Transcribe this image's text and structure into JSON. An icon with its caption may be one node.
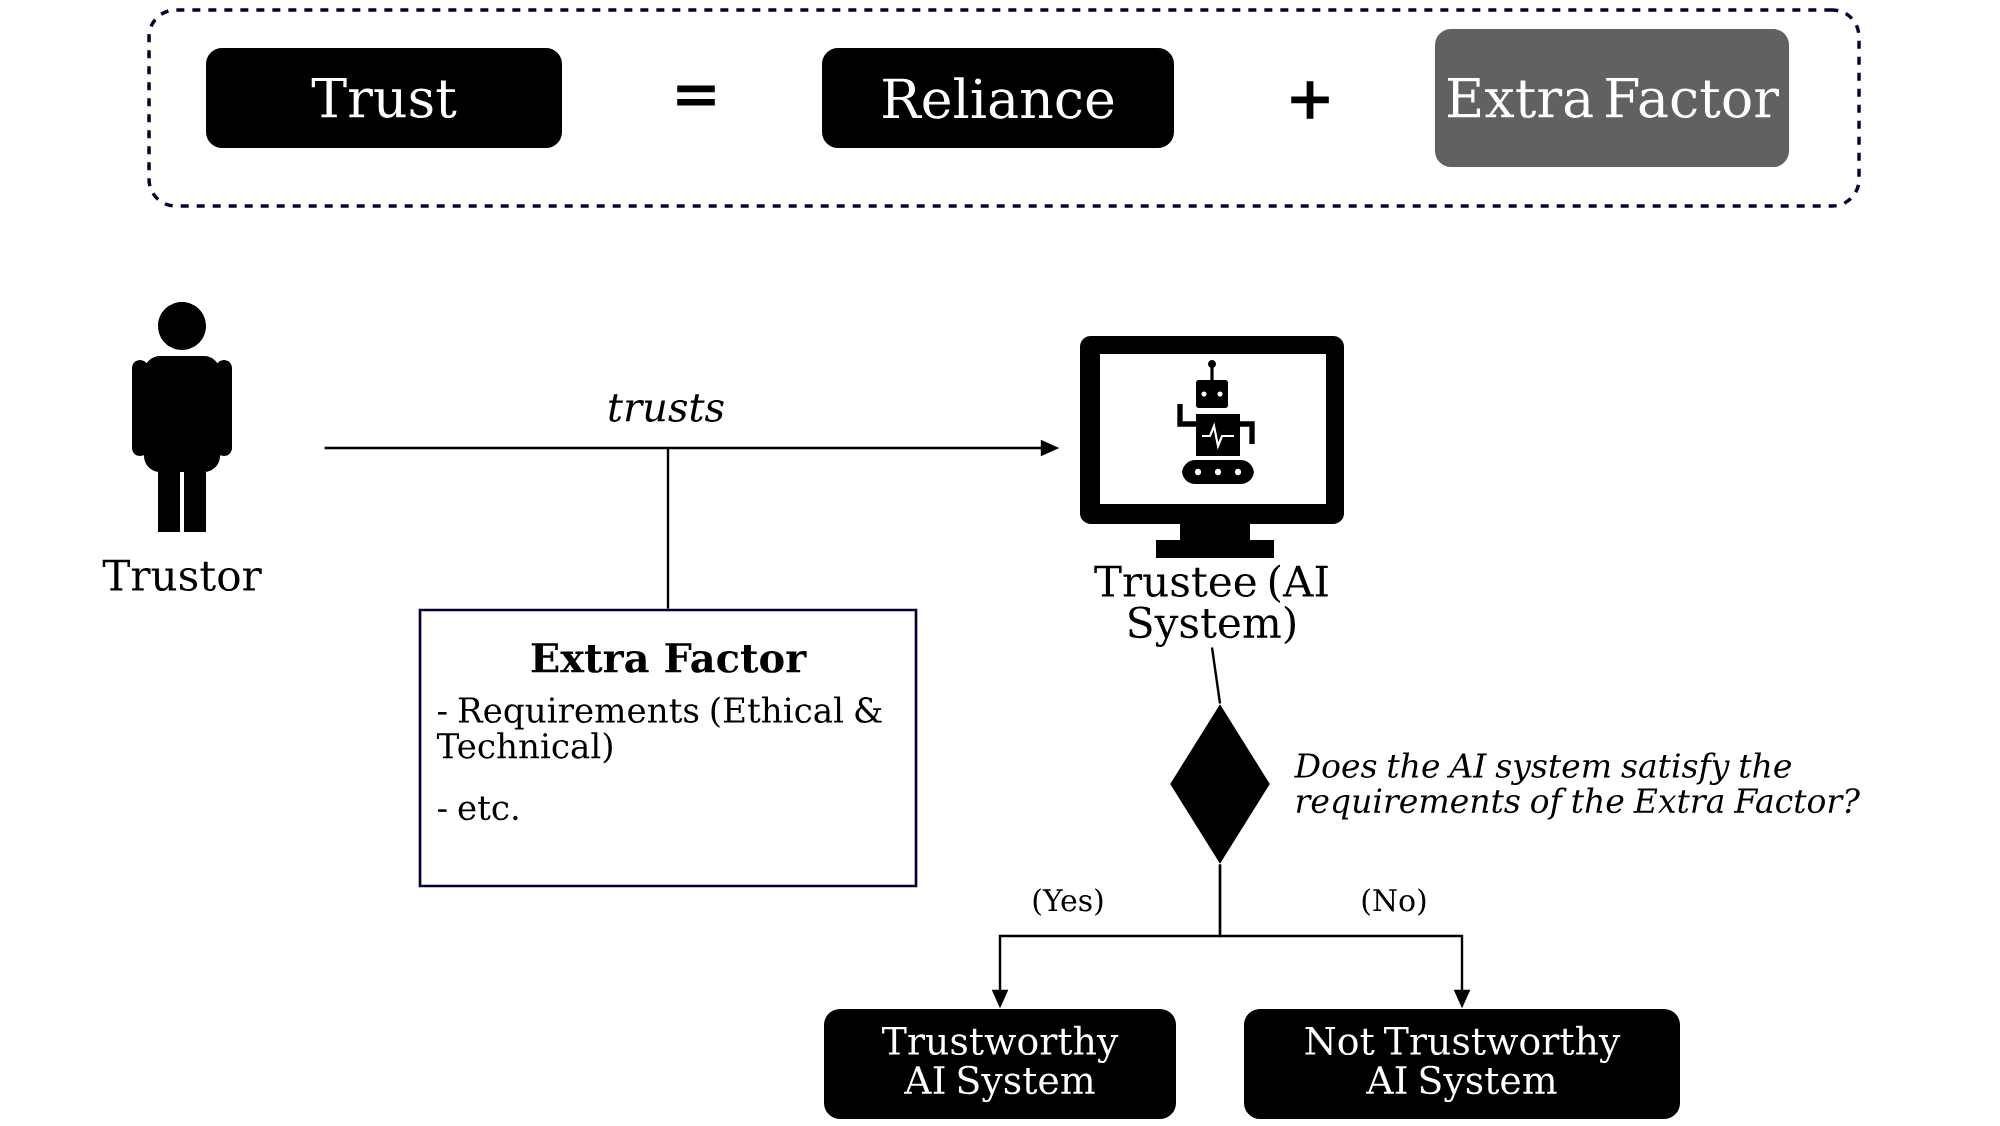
{
  "diagram": {
    "nodes": [
      {
        "text": [],
        "shape": "box"
      },
      {
        "text": [
          "Trust"
        ],
        "in": 0
      },
      {
        "text": [
          "Reliance"
        ],
        "in": 0
      },
      {
        "text": [
          "Extra Factor"
        ],
        "in": 0
      },
      {
        "text": [
          "Trustor"
        ]
      },
      {
        "text": [
          "Trustee (AI System)"
        ]
      },
      {
        "text": [
          "Extra Factor",
          "- Requirements (Ethical & Technical)",
          "- etc."
        ]
      },
      {
        "text": [],
        "shape": "diamond",
        "beside": [
          "Does the AI system satisfy the requirements of the Extra Factor?"
        ]
      },
      {
        "text": [
          "Trustworthy AI System"
        ]
      },
      {
        "text": [
          "Not Trustworthy AI System"
        ]
      }
    ],
    "edges": [
      {
        "from": 4,
        "to": 5,
        "arrow": "to",
        "label": "trusts"
      },
      {
        "from": 6,
        "to": null,
        "arrow": "none"
      },
      {
        "from": 5,
        "to": 7,
        "arrow": "none"
      },
      {
        "from": 7,
        "to": 8,
        "arrow": "to",
        "label": "(Yes)"
      },
      {
        "from": 7,
        "to": 9,
        "arrow": "to",
        "label": "(No)"
      }
    ],
    "labels": [
      "=",
      "+"
    ]
  }
}
